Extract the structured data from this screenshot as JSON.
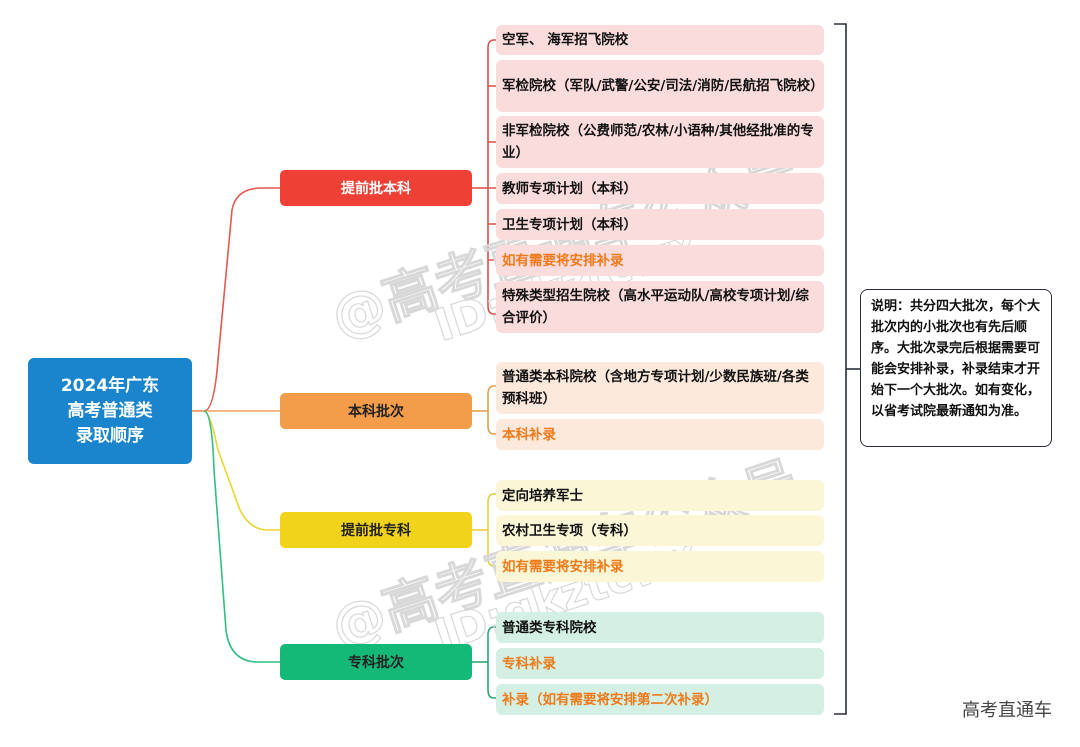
{
  "root": {
    "title": "2024年广东\n高考普通类\n录取顺序",
    "color": "#1a84cc"
  },
  "categories": [
    {
      "label": "提前批本科",
      "color": "#ee4035",
      "text_color": "#ffffff",
      "leaf_bg": "#fbdcdc",
      "items": [
        {
          "text": "空军、 海军招飞院校",
          "highlight": false
        },
        {
          "text": "军检院校（军队/武警/公安/司法/消防/民航招飞院校）",
          "highlight": false
        },
        {
          "text": "非军检院校（公费师范/农林/小语种/其他经批准的专业）",
          "highlight": false
        },
        {
          "text": "教师专项计划（本科）",
          "highlight": false
        },
        {
          "text": "卫生专项计划（本科）",
          "highlight": false
        },
        {
          "text": "如有需要将安排补录",
          "highlight": true
        },
        {
          "text": "特殊类型招生院校（高水平运动队/高校专项计划/综合评价）",
          "highlight": false
        }
      ]
    },
    {
      "label": "本科批次",
      "color": "#f39c4a",
      "text_color": "#222222",
      "leaf_bg": "#fde9dc",
      "items": [
        {
          "text": "普通类本科院校（含地方专项计划/少数民族班/各类预科班）",
          "highlight": false
        },
        {
          "text": "本科补录",
          "highlight": true
        }
      ]
    },
    {
      "label": "提前批专科",
      "color": "#f1d31c",
      "text_color": "#222222",
      "leaf_bg": "#fbf6d6",
      "items": [
        {
          "text": "定向培养军士",
          "highlight": false
        },
        {
          "text": "农村卫生专项（专科）",
          "highlight": false
        },
        {
          "text": "如有需要将安排补录",
          "highlight": true
        }
      ]
    },
    {
      "label": "专科批次",
      "color": "#14b977",
      "text_color": "#222222",
      "leaf_bg": "#d4f0e4",
      "items": [
        {
          "text": "普通类专科院校",
          "highlight": false
        },
        {
          "text": "专科补录",
          "highlight": true
        },
        {
          "text": "补录（如有需要将安排第二次补录）",
          "highlight": true
        }
      ]
    }
  ],
  "note": {
    "text": "说明：共分四大批次，每个大批次内的小批次也有先后顺序。大批次录完后根据需要可能会安排补录，补录结束才开始下一个大批次。如有变化，以省考试院最新通知为准。"
  },
  "watermarks": [
    "@高考直通车公众号",
    "ID:gkztcwx",
    "@高考直通车公众号",
    "ID:gkztcwx"
  ],
  "footer": {
    "brand": "高考直通车"
  },
  "colors": {
    "highlight_text": "#ee7a1a",
    "bracket": "#2a2f3a"
  }
}
